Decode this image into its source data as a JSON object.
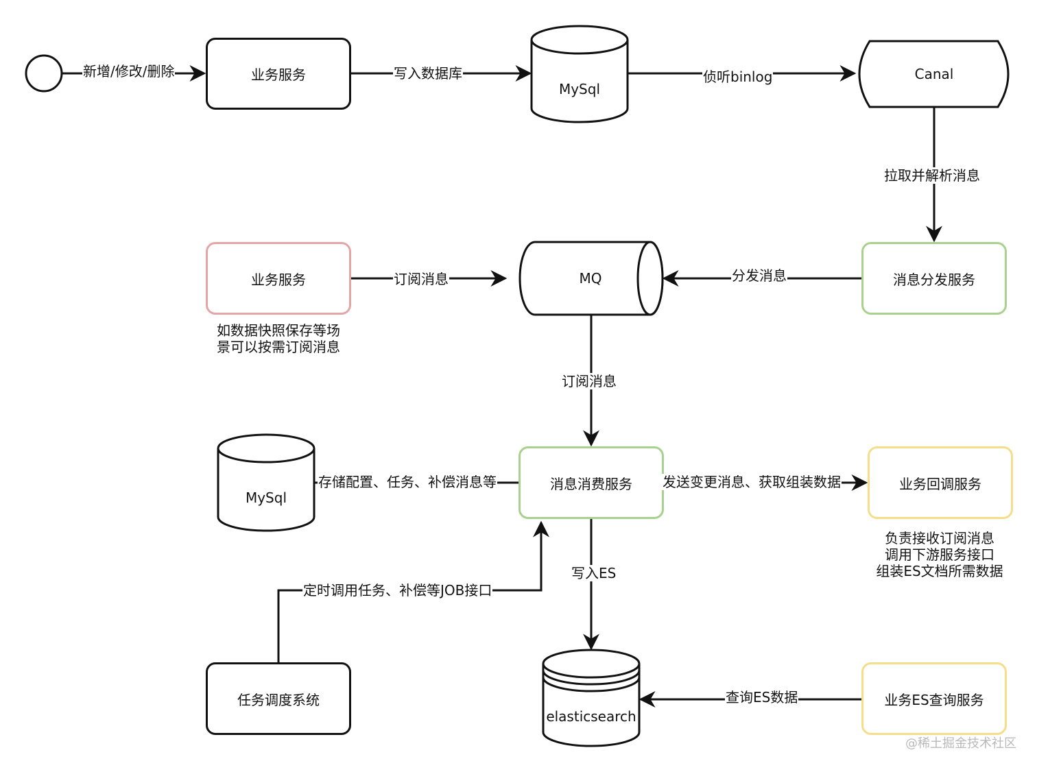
{
  "nodes": {
    "biz_service_top": "业务服务",
    "mysql_top": "MySql",
    "canal": "Canal",
    "biz_service_sub": "业务服务",
    "mq": "MQ",
    "dispatch_service": "消息分发服务",
    "mysql_config": "MySql",
    "consume_service": "消息消费服务",
    "callback_service": "业务回调服务",
    "scheduler": "任务调度系统",
    "elasticsearch": "elasticsearch",
    "es_query_service": "业务ES查询服务"
  },
  "edges": {
    "start_to_biz": "新增/修改/删除",
    "biz_to_mysql": "写入数据库",
    "mysql_to_canal": "侦听binlog",
    "canal_to_dispatch": "拉取并解析消息",
    "dispatch_to_mq": "分发消息",
    "sub_to_mq": "订阅消息",
    "mq_to_consume": "订阅消息",
    "consume_to_mysql": "存储配置、任务、补偿消息等",
    "consume_to_callback": "发送变更消息、获取组装数据",
    "scheduler_to_consume": "定时调用任务、补偿等JOB接口",
    "consume_to_es": "写入ES",
    "query_to_es": "查询ES数据"
  },
  "notes": {
    "sub_note": [
      "如数据快照保存等场",
      "景可以按需订阅消息"
    ],
    "callback_note": [
      "负责接收订阅消息",
      "调用下游服务接口",
      "组装ES文档所需数据"
    ]
  },
  "colors": {
    "stroke": "#111111",
    "red_border": "#e3a5a5",
    "green_border": "#a8d18d",
    "yellow_border": "#f5dd8a",
    "watermark": "#b9b9b9"
  },
  "watermark": "@稀土掘金技术社区"
}
